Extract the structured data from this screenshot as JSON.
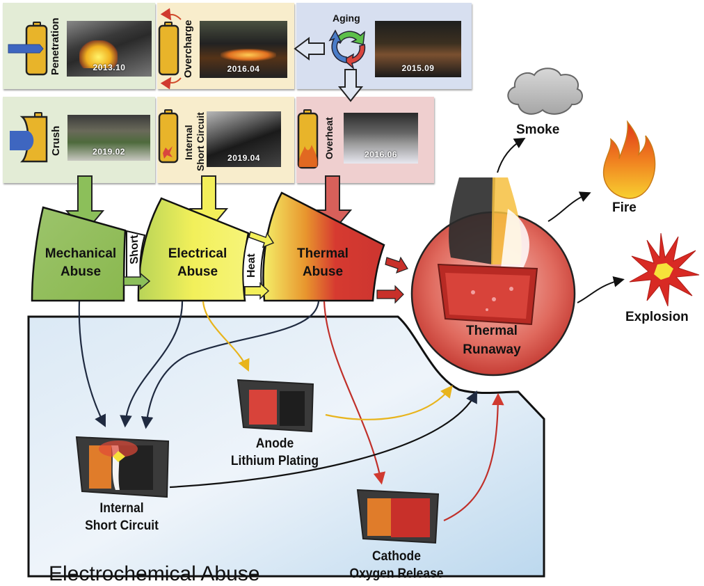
{
  "triggers": {
    "row1": [
      {
        "label": "Penetration",
        "date": "2013.10",
        "icon": "battery-penetration-icon"
      },
      {
        "label": "Overcharge",
        "date": "2016.04",
        "icon": "battery-overcharge-icon"
      },
      {
        "label": "Aging",
        "date": "2015.09",
        "icon": "aging-cycle-icon"
      }
    ],
    "row2": [
      {
        "label": "Crush",
        "date": "2019.02",
        "icon": "battery-crush-icon"
      },
      {
        "label_line1": "Internal",
        "label_line2": "Short Circuit",
        "date": "2019.04",
        "icon": "battery-short-icon"
      },
      {
        "label": "Overheat",
        "date": "2016.06",
        "icon": "battery-overheat-icon"
      }
    ]
  },
  "abuse": {
    "mechanical": {
      "line1": "Mechanical",
      "line2": "Abuse"
    },
    "electrical": {
      "line1": "Electrical",
      "line2": "Abuse"
    },
    "thermal": {
      "line1": "Thermal",
      "line2": "Abuse"
    },
    "short_label": "Short",
    "heat_label": "Heat"
  },
  "runaway": {
    "line1": "Thermal",
    "line2": "Runaway"
  },
  "outcomes": {
    "smoke": "Smoke",
    "fire": "Fire",
    "explosion": "Explosion"
  },
  "mechanisms": {
    "isc": {
      "line1": "Internal",
      "line2": "Short Circuit"
    },
    "anode": {
      "line1": "Anode",
      "line2": "Lithium Plating"
    },
    "cathode": {
      "line1": "Cathode",
      "line2": "Oxygen Release"
    }
  },
  "bottom_caption": "Electrochemical Abuse",
  "colors": {
    "mech_green": "#8cbf5a",
    "elec_yellow": "#f3ef5a",
    "therm_red": "#d7403a",
    "panel_green": "#e3ecd6",
    "panel_yellow": "#f8edcc",
    "panel_blue": "#d7dff0",
    "panel_red": "#efcfcf",
    "box_blue": "#c9e0f2",
    "battery_gold": "#e8b42a"
  }
}
